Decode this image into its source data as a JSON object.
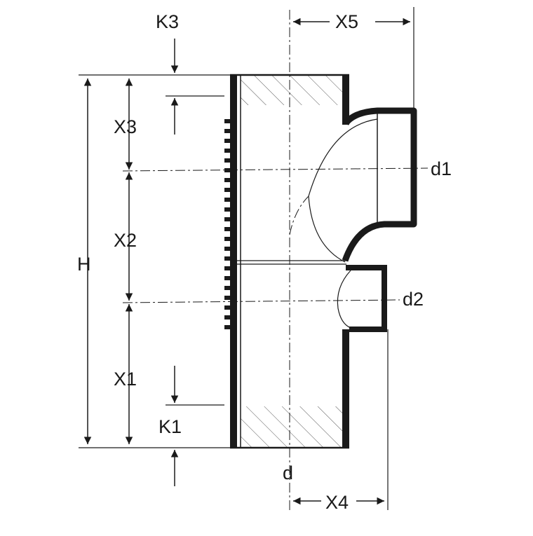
{
  "diagram": {
    "labels": {
      "k3": "K3",
      "x5": "X5",
      "x3": "X3",
      "d1": "d1",
      "x2": "X2",
      "h": "H",
      "d2": "d2",
      "x1": "X1",
      "k1": "K1",
      "d": "d",
      "x4": "X4"
    },
    "colors": {
      "line": "#1a1a1a",
      "background": "#ffffff"
    }
  }
}
